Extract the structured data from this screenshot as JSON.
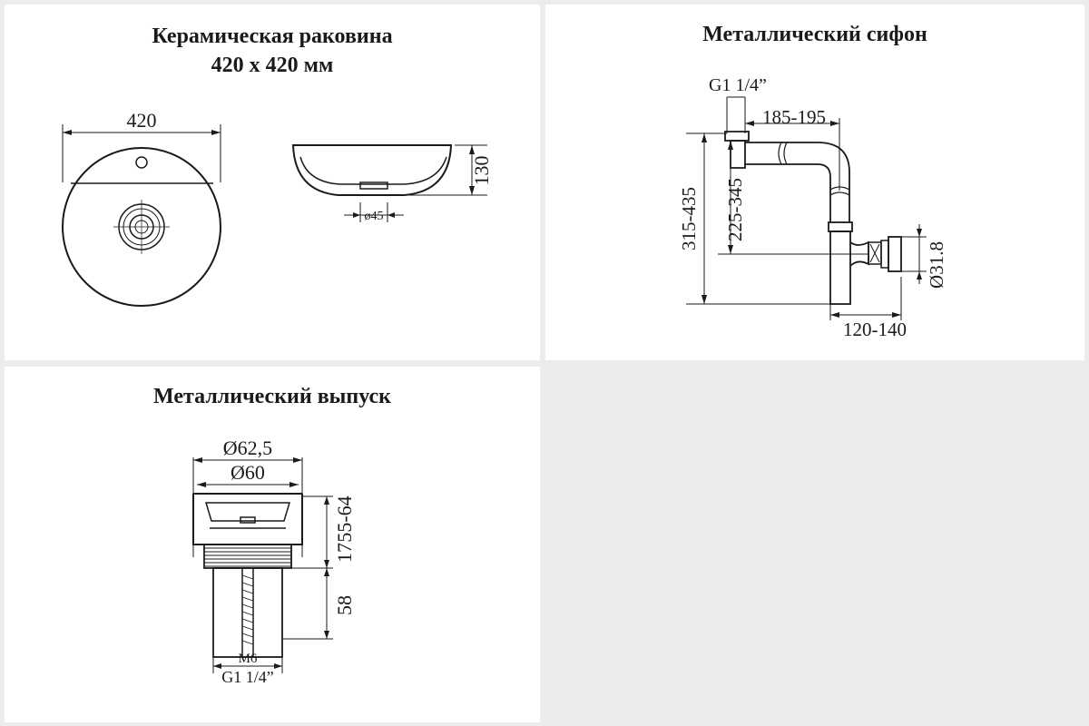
{
  "panels": {
    "basin": {
      "title_line1": "Керамическая раковина",
      "title_line2": "420 х 420 мм",
      "dim_width": "420",
      "dim_height": "130",
      "dim_drain": "ø45"
    },
    "siphon": {
      "title": "Металлический сифон",
      "thread": "G1 1/4”",
      "dim_horizontal": "185-195",
      "dim_total_height": "315-435",
      "dim_inlet_height": "225-345",
      "dim_outlet_diameter": "Ø31.8",
      "dim_outlet_depth": "120-140"
    },
    "drain": {
      "title": "Металлический выпуск",
      "dim_outer": "Ø62,5",
      "dim_inner": "Ø60",
      "dim_range": "55-64",
      "dim_thread_len": "17",
      "dim_body": "58",
      "bolt": "M6",
      "thread": "G1 1/4”"
    }
  }
}
